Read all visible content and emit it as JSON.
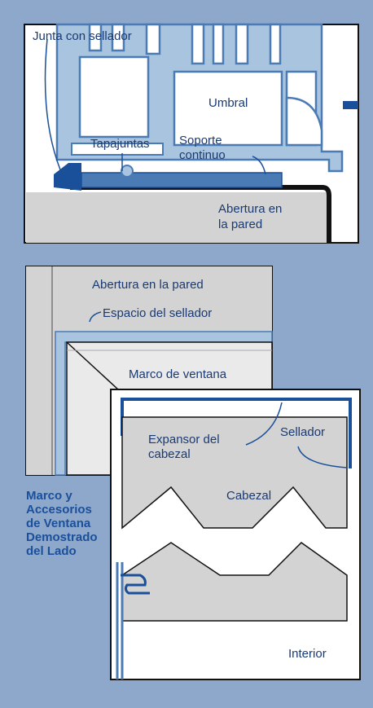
{
  "colors": {
    "page_background": "#8ea8cc",
    "profile_fill": "#a9c4de",
    "profile_stroke": "#4a7bb4",
    "dark_blue": "#1a4f9a",
    "grey_fill": "#d3d3d3",
    "light_grey": "#eaeaea",
    "black": "#111111",
    "label_text": "#1a3a73"
  },
  "sill_detail": {
    "labels": {
      "joint_sealant": "Junta con sellador",
      "sill": "Umbral",
      "flashing": "Tapajuntas",
      "continuous_support_line1": "Soporte",
      "continuous_support_line2": "continuo",
      "wall_opening_line1": "Abertura en",
      "wall_opening_line2": "la pared"
    }
  },
  "corner_detail": {
    "labels": {
      "wall_opening": "Abertura en la pared",
      "sealant_gap": "Espacio del sellador",
      "window_frame": "Marco de ventana"
    }
  },
  "head_detail": {
    "labels": {
      "head_expander_line1": "Expansor del",
      "head_expander_line2": "cabezal",
      "sealant": "Sellador",
      "head": "Cabezal",
      "interior": "Interior"
    }
  },
  "caption": "Marco y\nAccesorios\nde Ventana\nDemostrado\ndel Lado",
  "icons": [
    "sealant-bead-icon",
    "fastener-circle-icon",
    "edge-marker-icon"
  ]
}
